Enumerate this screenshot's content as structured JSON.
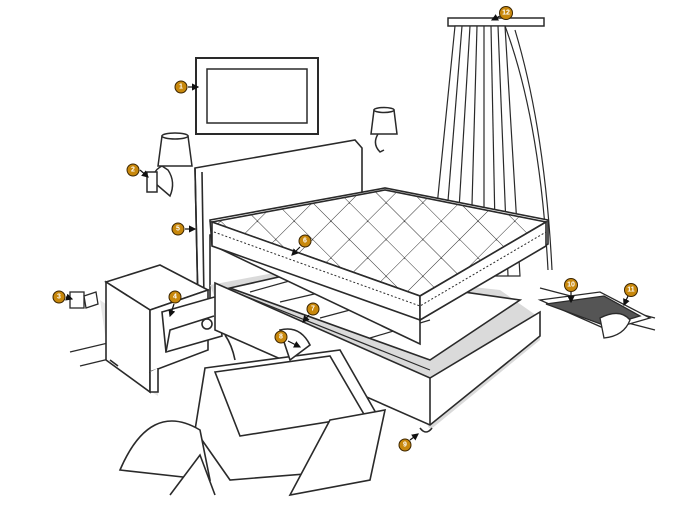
{
  "colors": {
    "line": "#2a2a2a",
    "marker_fill": "#c8880c",
    "marker_stroke": "#3a2400",
    "shadow": "#cfcfcf",
    "floor_shadow": "#dcdcdc"
  },
  "markers": [
    {
      "label": "1",
      "points_to": "wall-picture-frame"
    },
    {
      "label": "2",
      "points_to": "wall-lamp-left"
    },
    {
      "label": "3",
      "points_to": "wall-outlet"
    },
    {
      "label": "4",
      "points_to": "nightstand-drawer"
    },
    {
      "label": "5",
      "points_to": "headboard"
    },
    {
      "label": "6",
      "points_to": "mattress-seam"
    },
    {
      "label": "7",
      "points_to": "box-spring-slats"
    },
    {
      "label": "8",
      "points_to": "sofa-cushion"
    },
    {
      "label": "9",
      "points_to": "bed-frame-leg"
    },
    {
      "label": "10",
      "points_to": "carpet-edge"
    },
    {
      "label": "11",
      "points_to": "baseboard"
    },
    {
      "label": "12",
      "points_to": "curtain-rod"
    }
  ]
}
